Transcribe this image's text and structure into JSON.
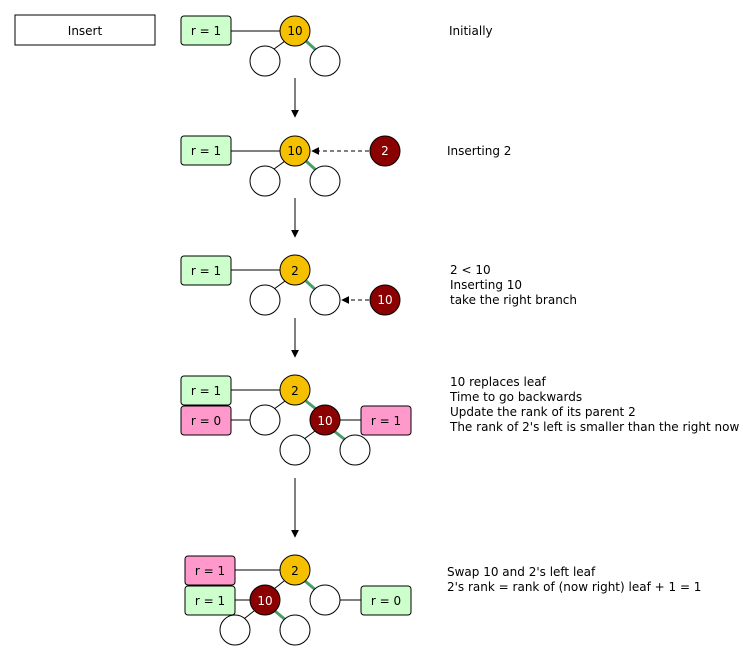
{
  "header": {
    "insert_label": "Insert"
  },
  "steps": [
    {
      "root": "10",
      "left_tag": "r = 1",
      "notes": [
        "Initially"
      ]
    },
    {
      "root": "10",
      "left_tag": "r = 1",
      "incoming": "2",
      "notes": [
        "Inserting 2"
      ]
    },
    {
      "root": "2",
      "left_tag": "r = 1",
      "incoming": "10",
      "notes": [
        "2  < 10",
        "Inserting 10",
        "take the right branch"
      ]
    },
    {
      "root": "2",
      "tag_top": "r = 1",
      "tag_left": "r = 0",
      "tag_right": "r = 1",
      "child": "10",
      "notes": [
        "10 replaces leaf",
        "Time to go backwards",
        "Update the rank of its parent 2",
        "The rank of 2's left is smaller than the right now"
      ]
    },
    {
      "root": "2",
      "tag_top": "r = 1",
      "tag_left": "r = 1",
      "tag_right": "r = 0",
      "child": "10",
      "notes": [
        "Swap 10 and 2's left leaf",
        "2's rank = rank of (now right) leaf + 1 = 1"
      ]
    }
  ],
  "colors": {
    "gold": "#f5c000",
    "dark_red": "#8b0000",
    "green_tag": "#ccffcc",
    "pink_tag": "#ff99cc",
    "edge_green": "#4a9e6e"
  }
}
